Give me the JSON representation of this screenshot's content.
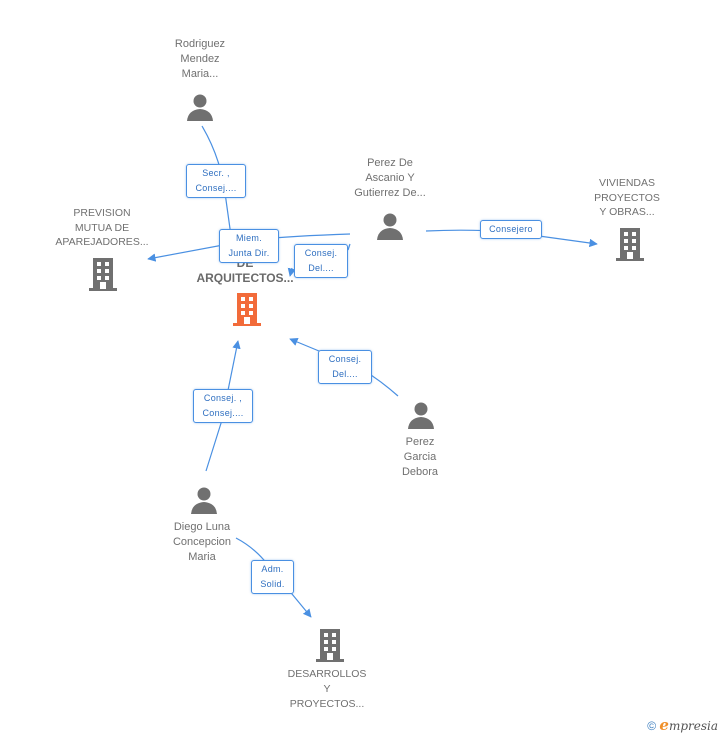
{
  "colors": {
    "edge": "#4a90e2",
    "person_icon": "#707070",
    "company_icon": "#707070",
    "center_icon": "#f26b3a",
    "label_text": "#707070",
    "edge_label_text": "#2f6fc0"
  },
  "nodes": {
    "center": {
      "lines": [
        "DE",
        "ARQUITECTOS..."
      ],
      "type": "company",
      "icon": "building-icon"
    },
    "rodriguez": {
      "lines": [
        "Rodriguez",
        "Mendez",
        "Maria..."
      ],
      "type": "person",
      "icon": "person-icon"
    },
    "perez_ascanio": {
      "lines": [
        "Perez De",
        "Ascanio Y",
        "Gutierrez De..."
      ],
      "type": "person",
      "icon": "person-icon"
    },
    "viviendas": {
      "lines": [
        "VIVIENDAS",
        "PROYECTOS",
        "Y OBRAS..."
      ],
      "type": "company",
      "icon": "building-icon"
    },
    "prevision": {
      "lines": [
        "PREVISION",
        "MUTUA DE",
        "APAREJADORES..."
      ],
      "type": "company",
      "icon": "building-icon"
    },
    "perez_garcia": {
      "lines": [
        "Perez",
        "Garcia",
        "Debora"
      ],
      "type": "person",
      "icon": "person-icon"
    },
    "diego": {
      "lines": [
        "Diego Luna",
        "Concepcion",
        "Maria"
      ],
      "type": "person",
      "icon": "person-icon"
    },
    "desarrollos": {
      "lines": [
        "DESARROLLOS",
        "Y",
        "PROYECTOS..."
      ],
      "type": "company",
      "icon": "building-icon"
    }
  },
  "edges": [
    {
      "from": "rodriguez",
      "to": "center",
      "label": [
        "Secr. ,",
        "Consej...."
      ]
    },
    {
      "from": "perez_ascanio",
      "to": "prevision",
      "label": [
        "Miem.",
        "Junta Dir."
      ]
    },
    {
      "from": "perez_ascanio",
      "to": "center",
      "label": [
        "Consej.",
        "Del...."
      ]
    },
    {
      "from": "perez_ascanio",
      "to": "viviendas",
      "label": [
        "Consejero"
      ]
    },
    {
      "from": "perez_garcia",
      "to": "center",
      "label": [
        "Consej.",
        "Del...."
      ]
    },
    {
      "from": "diego",
      "to": "center",
      "label": [
        "Consej. ,",
        "Consej...."
      ]
    },
    {
      "from": "diego",
      "to": "desarrollos",
      "label": [
        "Adm.",
        "Solid."
      ]
    }
  ],
  "footer": {
    "copyright": "©",
    "brand_initial": "e",
    "brand_rest": "mpresia"
  }
}
